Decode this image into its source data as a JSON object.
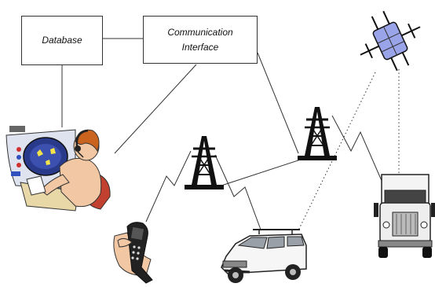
{
  "boxes": {
    "database": {
      "label": "Database"
    },
    "comm_interface": {
      "line1": "Communication",
      "line2": "Interface"
    }
  },
  "icons": {
    "operator": "operator-icon",
    "satellite": "satellite-icon",
    "tower_left": "radio-tower-icon",
    "tower_right": "radio-tower-icon",
    "phone": "mobile-phone-icon",
    "car": "suv-icon",
    "truck": "truck-icon"
  },
  "colors": {
    "line": "#333333",
    "operator_skin": "#f2c8a4",
    "operator_hair": "#c9631e",
    "screen_blue": "#2a3a8a",
    "satellite": "#9aa4e8"
  }
}
